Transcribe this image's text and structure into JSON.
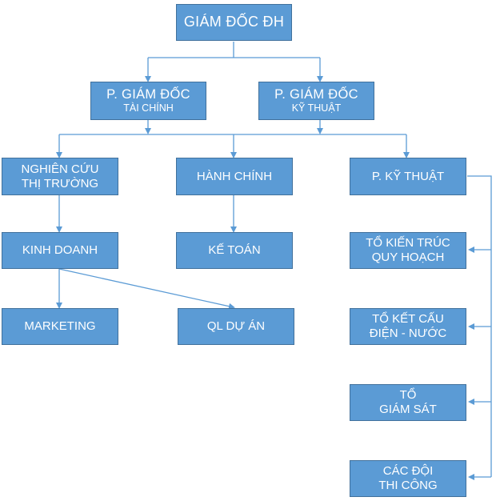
{
  "director": {
    "line1": "GIÁM ĐỐC ĐH"
  },
  "deputy_finance": {
    "line1": "P. GIÁM ĐỐC",
    "line2": "TÀI CHÍNH"
  },
  "deputy_technical": {
    "line1": "P. GIÁM ĐỐC",
    "line2": "KỸ THUẬT"
  },
  "market_research": {
    "line1": "NGHIÊN CỨU",
    "line2": "THỊ TRƯỜNG"
  },
  "administration": {
    "line1": "HÀNH CHÍNH"
  },
  "technical_dept": {
    "line1": "P. KỸ THUẬT"
  },
  "business": {
    "line1": "KINH DOANH"
  },
  "accounting": {
    "line1": "KẾ TOÁN"
  },
  "architecture_team": {
    "line1": "TỔ KIẾN TRÚC",
    "line2": "QUY HOẠCH"
  },
  "structure_team": {
    "line1": "TỔ KẾT CẤU",
    "line2": "ĐIỆN - NƯỚC"
  },
  "marketing": {
    "line1": "MARKETING"
  },
  "project_mgmt": {
    "line1": "QL DỰ ÁN"
  },
  "supervision_team": {
    "line1": "TỔ",
    "line2": "GIÁM SÁT"
  },
  "construction_teams": {
    "line1": "CÁC ĐỘI",
    "line2": "THI CÔNG"
  },
  "colors": {
    "box_fill": "#5b9bd5",
    "box_border": "#41719c",
    "connector": "#5b9bd5",
    "text": "#ffffff"
  }
}
